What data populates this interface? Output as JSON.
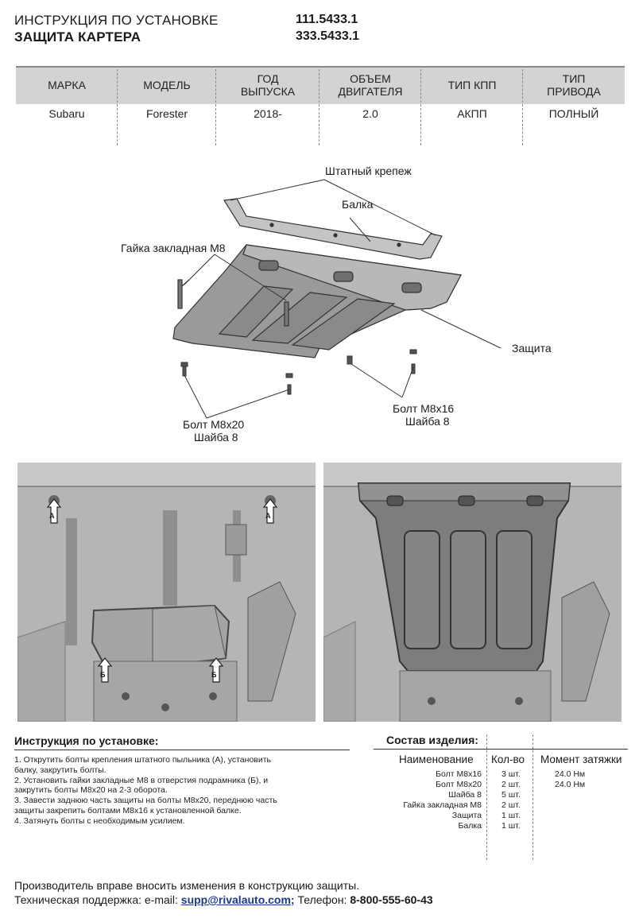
{
  "header": {
    "title_line1": "ИНСТРУКЦИЯ ПО УСТАНОВКЕ",
    "title_line2": "ЗАЩИТА КАРТЕРА",
    "code1": "111.5433.1",
    "code2": "333.5433.1"
  },
  "spec_table": {
    "columns": [
      {
        "h1": "МАРКА",
        "h2": "",
        "value": "Subaru"
      },
      {
        "h1": "МОДЕЛЬ",
        "h2": "",
        "value": "Forester"
      },
      {
        "h1": "ГОД",
        "h2": "ВЫПУСКА",
        "value": "2018-"
      },
      {
        "h1": "ОБЪЕМ",
        "h2": "ДВИГАТЕЛЯ",
        "value": "2.0"
      },
      {
        "h1": "ТИП КПП",
        "h2": "",
        "value": "АКПП"
      },
      {
        "h1": "ТИП",
        "h2": "ПРИВОДА",
        "value": "ПОЛНЫЙ"
      }
    ]
  },
  "diagram": {
    "label_fastener": "Штатный крепеж",
    "label_beam": "Балка",
    "label_nut": "Гайка закладная М8",
    "label_guard": "Защита",
    "label_bolt20": "Болт М8х20",
    "label_washer_a": "Шайба 8",
    "label_bolt16": "Болт М8х16",
    "label_washer_b": "Шайба 8"
  },
  "photos": {
    "marker_a": "А",
    "marker_b": "Б"
  },
  "instructions": {
    "title": "Инструкция по установке:",
    "steps": [
      "1. Открутить болты крепления штатного пыльника (А), установить",
      "балку, закрутить болты.",
      "2. Установить гайки закладные М8 в отверстия подрамника (Б), и",
      "закрутить болты М8х20 на 2-3 оборота.",
      "3. Завести заднюю часть защиты на болты М8х20, переднюю часть",
      "защиты закрепить болтами М8х16 к установленной балке.",
      "4. Затянуть болты с необходимым усилием."
    ]
  },
  "composition": {
    "title": "Состав изделия:",
    "col_name": "Наименование",
    "col_qty": "Кол-во",
    "col_torque": "Момент затяжки",
    "rows": [
      {
        "name": "Болт М8х16",
        "qty": "3 шт.",
        "torque": "24.0 Нм"
      },
      {
        "name": "Болт М8х20",
        "qty": "2 шт.",
        "torque": "24.0 Нм"
      },
      {
        "name": "Шайба 8",
        "qty": "5 шт.",
        "torque": ""
      },
      {
        "name": "Гайка закладная М8",
        "qty": "2 шт.",
        "torque": ""
      },
      {
        "name": "Защита",
        "qty": "1 шт.",
        "torque": ""
      },
      {
        "name": "Балка",
        "qty": "1 шт.",
        "torque": ""
      }
    ]
  },
  "footer": {
    "note": "Производитель вправе вносить изменения в конструкцию защиты.",
    "support_label": "Техническая поддержка:  e-mail: ",
    "email": "supp@rivalauto.com;",
    "phone_label": " Телефон: ",
    "phone": "8-800-555-60-43"
  }
}
